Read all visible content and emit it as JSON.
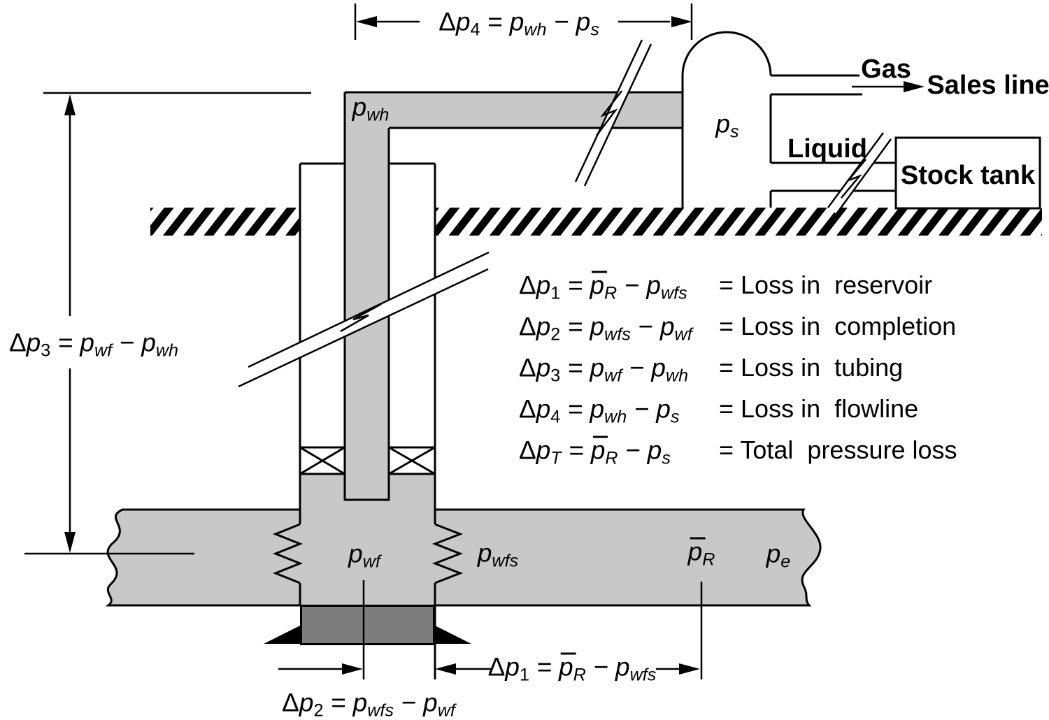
{
  "colors": {
    "pipe_and_reservoir_fill": "#c8c8c8",
    "sump_fill": "#7d7d7d",
    "line": "#000000",
    "background": "#ffffff"
  },
  "point_labels": {
    "p_wh": [
      {
        "t": "p"
      },
      {
        "s": "wh"
      }
    ],
    "p_s": [
      {
        "t": "p"
      },
      {
        "s": "s"
      }
    ],
    "p_wf": [
      {
        "t": "p"
      },
      {
        "s": "wf"
      }
    ],
    "p_wfs": [
      {
        "t": "p"
      },
      {
        "s": "wfs"
      }
    ],
    "p_r_avg": [
      {
        "b": "p"
      },
      {
        "s": "R"
      }
    ],
    "p_e": [
      {
        "t": "p"
      },
      {
        "s": "e"
      }
    ]
  },
  "surface_labels": {
    "gas": "Gas",
    "sales_line": "Sales line",
    "liquid": "Liquid",
    "stock_tank": "Stock tank"
  },
  "dimension_labels": {
    "dp4": [
      {
        "u": "Δ"
      },
      {
        "t": "p"
      },
      {
        "n": "4"
      },
      {
        "t": " = "
      },
      {
        "t": "p"
      },
      {
        "s": "wh"
      },
      {
        "t": " − "
      },
      {
        "t": "p"
      },
      {
        "s": "s"
      }
    ],
    "dp3": [
      {
        "u": "Δ"
      },
      {
        "t": "p"
      },
      {
        "n": "3"
      },
      {
        "t": " = "
      },
      {
        "t": "p"
      },
      {
        "s": "wf"
      },
      {
        "t": " − "
      },
      {
        "t": "p"
      },
      {
        "s": "wh"
      }
    ],
    "dp1": [
      {
        "u": "Δ"
      },
      {
        "t": "p"
      },
      {
        "n": "1"
      },
      {
        "t": " = "
      },
      {
        "b": "p"
      },
      {
        "s": "R"
      },
      {
        "t": " − "
      },
      {
        "t": "p"
      },
      {
        "s": "wfs"
      }
    ],
    "dp2": [
      {
        "u": "Δ"
      },
      {
        "t": "p"
      },
      {
        "n": "2"
      },
      {
        "t": " = "
      },
      {
        "t": "p"
      },
      {
        "s": "wfs"
      },
      {
        "t": " − "
      },
      {
        "t": "p"
      },
      {
        "s": "wf"
      }
    ]
  },
  "equations": {
    "rows": [
      {
        "formula": [
          {
            "u": "Δ"
          },
          {
            "t": "p"
          },
          {
            "n": "1"
          },
          {
            "t": " = "
          },
          {
            "b": "p"
          },
          {
            "s": "R"
          },
          {
            "t": " − "
          },
          {
            "t": "p"
          },
          {
            "s": "wfs"
          }
        ],
        "description": "= Loss in  reservoir"
      },
      {
        "formula": [
          {
            "u": "Δ"
          },
          {
            "t": "p"
          },
          {
            "n": "2"
          },
          {
            "t": " = "
          },
          {
            "t": "p"
          },
          {
            "s": "wfs"
          },
          {
            "t": " − "
          },
          {
            "t": "p"
          },
          {
            "s": "wf"
          }
        ],
        "description": "= Loss in  completion"
      },
      {
        "formula": [
          {
            "u": "Δ"
          },
          {
            "t": "p"
          },
          {
            "n": "3"
          },
          {
            "t": " = "
          },
          {
            "t": "p"
          },
          {
            "s": "wf"
          },
          {
            "t": " − "
          },
          {
            "t": "p"
          },
          {
            "s": "wh"
          }
        ],
        "description": "= Loss in  tubing"
      },
      {
        "formula": [
          {
            "u": "Δ"
          },
          {
            "t": "p"
          },
          {
            "n": "4"
          },
          {
            "t": " = "
          },
          {
            "t": "p"
          },
          {
            "s": "wh"
          },
          {
            "t": " − "
          },
          {
            "t": "p"
          },
          {
            "s": "s"
          }
        ],
        "description": "= Loss in  flowline"
      },
      {
        "formula": [
          {
            "u": "Δ"
          },
          {
            "t": "p"
          },
          {
            "s": "T"
          },
          {
            "t": " = "
          },
          {
            "b": "p"
          },
          {
            "s": "R"
          },
          {
            "t": " − "
          },
          {
            "t": "p"
          },
          {
            "s": "s"
          }
        ],
        "description": "= Total  pressure loss"
      }
    ]
  }
}
